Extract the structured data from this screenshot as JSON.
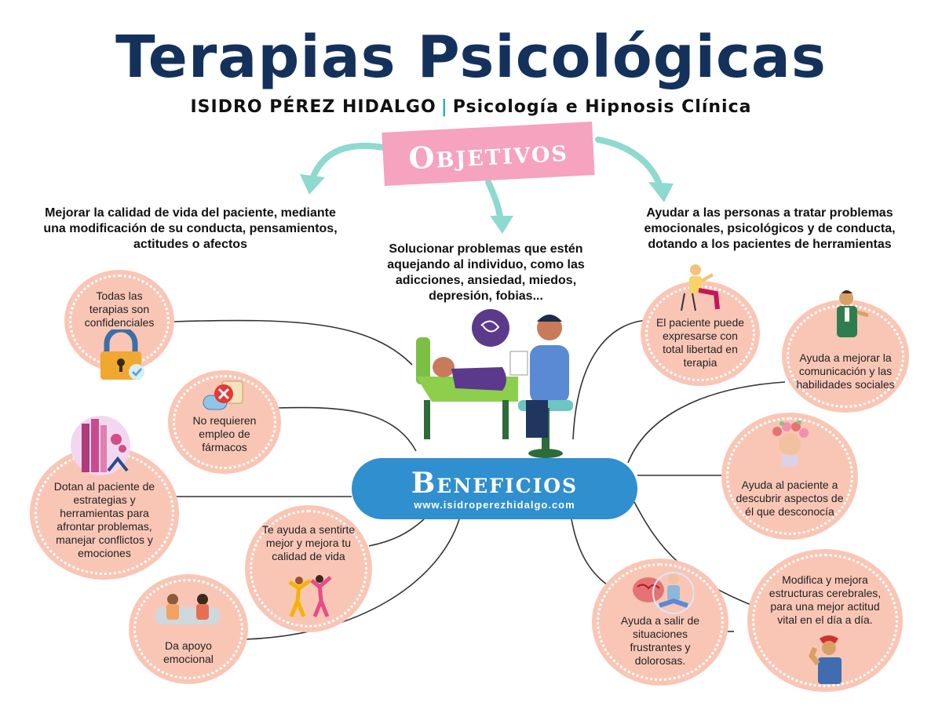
{
  "header": {
    "title": "Terapias Psicológicas",
    "author": "ISIDRO PÉREZ HIDALGO",
    "separator": "|",
    "specialty": "Psicología e Hipnosis Clínica"
  },
  "objetivos": {
    "label": "Objetivos",
    "items": [
      "Mejorar la calidad de vida del paciente, mediante una modificación de su conducta, pensamientos, actitudes o afectos",
      "Solucionar problemas que estén aquejando al individuo, como las adicciones, ansiedad, miedos, depresión, fobias...",
      "Ayudar a las personas a tratar problemas emocionales, psicológicos y de conducta, dotando a los pacientes de herramientas"
    ]
  },
  "beneficios": {
    "label": "Beneficios",
    "url": "www.isidroperezhidalgo.com",
    "left": [
      "Todas las terapias son confidenciales",
      "No requieren empleo de fármacos",
      "Dotan al paciente de estrategias y herramientas para afrontar problemas, manejar conflictos y emociones",
      "Te ayuda a sentirte mejor y mejora tu calidad de vida",
      "Da apoyo emocional"
    ],
    "right": [
      "El paciente puede expresarse con total libertad en terapia",
      "Ayuda a mejorar la comunicación y las habilidades sociales",
      "Ayuda al paciente a descubrir aspectos de él que desconocía",
      "Modifica y mejora estructuras cerebrales, para una mejor actitud vital en el día a día.",
      "Ayuda a salir de situaciones frustrantes y dolorosas."
    ]
  },
  "colors": {
    "title": "#14315c",
    "accent_teal": "#1fb3b3",
    "objetivos_banner": "#f5a3bf",
    "beneficios_pill": "#2f8fcf",
    "bubble_fill": "#f9c6b6",
    "arrow": "#8ed9d0"
  },
  "icons": [
    "padlock-icon",
    "no-drugs-icon",
    "books-gears-icon",
    "dancing-people-icon",
    "conversation-icon",
    "therapy-session-illustration",
    "sitting-person-icon",
    "speaking-man-icon",
    "flower-head-icon",
    "brain-meditation-icon",
    "strong-woman-icon"
  ]
}
